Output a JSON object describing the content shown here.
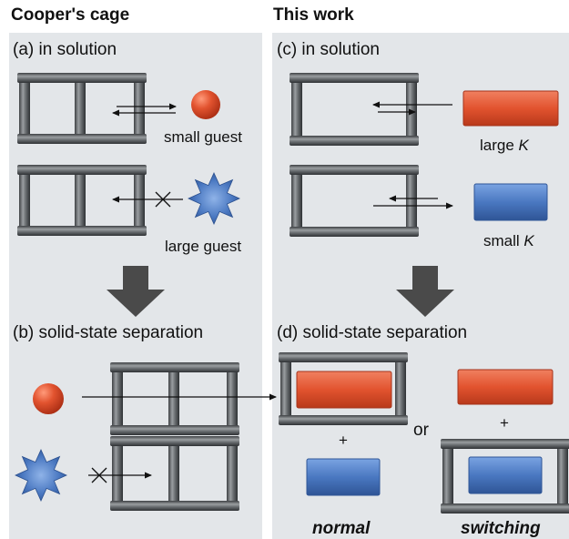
{
  "left": {
    "title": "Cooper's cage",
    "panel_a": "(a) in solution",
    "small_guest": "small guest",
    "large_guest": "large guest",
    "panel_b": "(b) solid-state separation"
  },
  "right": {
    "title": "This work",
    "panel_c": "(c) in solution",
    "large_k_prefix": "large ",
    "large_k_var": "K",
    "small_k_prefix": "small ",
    "small_k_var": "K",
    "panel_d": "(d) solid-state separation",
    "plus_1": "+",
    "plus_2": "+",
    "or_label": "or",
    "normal": "normal",
    "switching": "switching"
  },
  "colors": {
    "panel_bg": "#e3e6e9",
    "cage": "#5b5e61",
    "red_guest": "#e2532f",
    "blue_guest": "#4a78c1",
    "big_arrow": "#4a4a4a"
  }
}
